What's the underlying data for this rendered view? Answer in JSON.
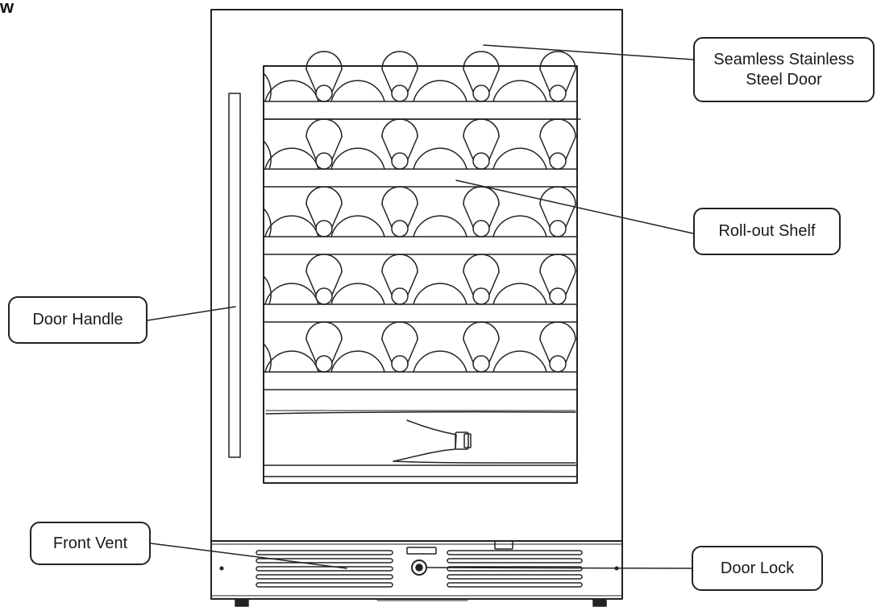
{
  "corner_mark": "w",
  "callouts": {
    "door": {
      "line1": "Seamless Stainless",
      "line2": "Steel Door"
    },
    "shelf": "Roll-out Shelf",
    "handle": "Door Handle",
    "vent": "Front Vent",
    "lock": "Door Lock"
  },
  "rack": {
    "shelf_count": 5,
    "bottles_visible_per_shelf": 5,
    "bottom_bottle_laid_flat": true
  },
  "colors": {
    "line": "#222222",
    "background": "#ffffff"
  }
}
